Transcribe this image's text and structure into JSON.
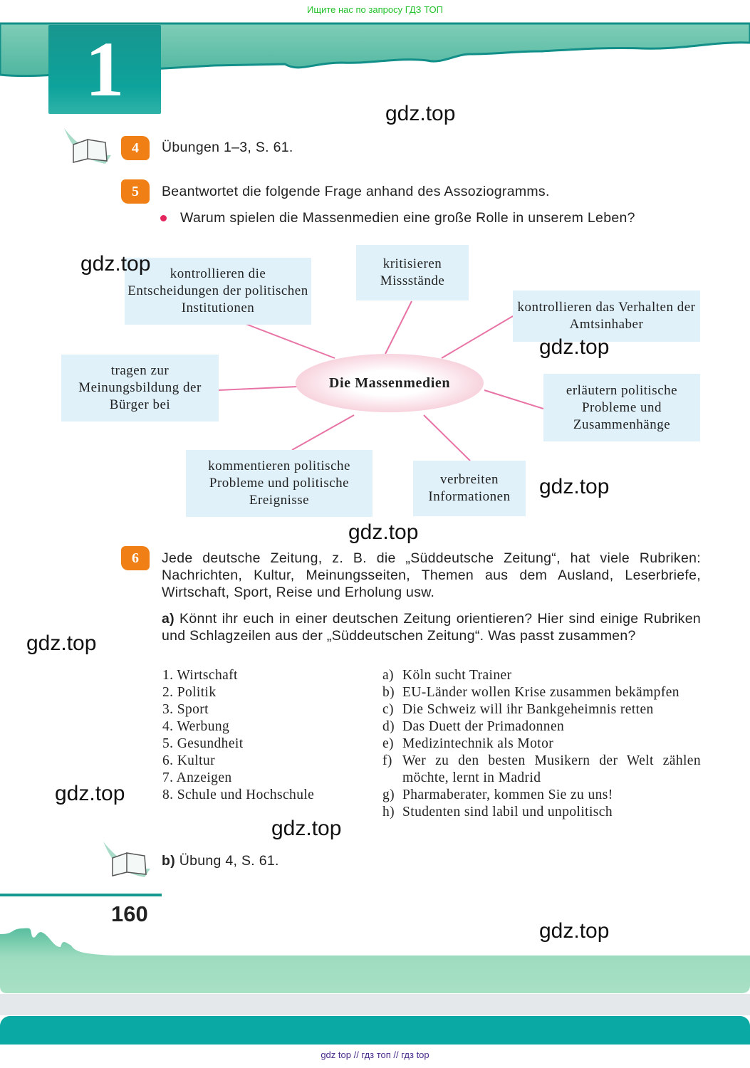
{
  "top_note": "Ищите нас по запросу ГДЗ ТОП",
  "chapter_number": "1",
  "watermark": "gdz.top",
  "ex4": {
    "number": "4",
    "text": "Übungen  1–3,  S. 61."
  },
  "ex5": {
    "number": "5",
    "text": "Beantwortet  die  folgende  Frage  anhand  des  Assoziogramms.",
    "question": "Warum  spielen  die  Massenmedien  eine  große  Rolle  in  unserem  Leben?"
  },
  "diagram": {
    "center": "Die  Massenmedien",
    "nodes": [
      "kontrollieren  die Entscheidungen  der politischen  Institutionen",
      "kritisieren Missstände",
      "kontrollieren  das  Verhalten der  Amtsinhaber",
      "tragen  zur Meinungsbildung der  Bürger  bei",
      "erläutern  politische Probleme  und Zusammenhänge",
      "kommentieren  politische Probleme  und  politische Ereignisse",
      "verbreiten Informationen"
    ]
  },
  "ex6": {
    "number": "6",
    "text": "Jede deutsche Zeitung, z. B. die „Süddeutsche Zeitung“, hat viele Rubriken: Nachrichten, Kultur, Meinungsseiten, Themen aus dem Ausland, Leserbriefe, Wirtschaft, Sport, Reise und Erholung usw.",
    "a_label": "a)",
    "a_text": " Könnt ihr euch in einer deutschen Zeitung orientieren? Hier sind einige Rubriken und Schlagzeilen aus der „Süddeutschen Zeitung“. Was passt zusammen?",
    "rubrics": [
      "1.  Wirtschaft",
      "2.  Politik",
      "3.  Sport",
      "4.  Werbung",
      "5.  Gesundheit",
      "6.  Kultur",
      "7.  Anzeigen",
      "8.  Schule  und  Hochschule"
    ],
    "headlines": [
      [
        "a)",
        "Köln  sucht  Trainer"
      ],
      [
        "b)",
        "EU-Länder  wollen  Krise  zusammen  bekämp­fen"
      ],
      [
        "c)",
        "Die  Schweiz  will  ihr  Bankgeheimnis  retten"
      ],
      [
        "d)",
        "Das  Duett  der  Primadonnen"
      ],
      [
        "e)",
        "Medizintechnik  als  Motor"
      ],
      [
        "f)",
        "Wer  zu  den  besten  Musikern  der  Welt  zählen möchte,  lernt  in  Madrid"
      ],
      [
        "g)",
        "Pharmaberater,  kommen  Sie  zu  uns!"
      ],
      [
        "h)",
        "Studenten  sind  labil  und  unpolitisch"
      ]
    ],
    "b_label": "b)",
    "b_text": " Übung  4,  S. 61."
  },
  "page_number": "160",
  "footer": "gdz top  //  гдз топ  //  гдз top"
}
